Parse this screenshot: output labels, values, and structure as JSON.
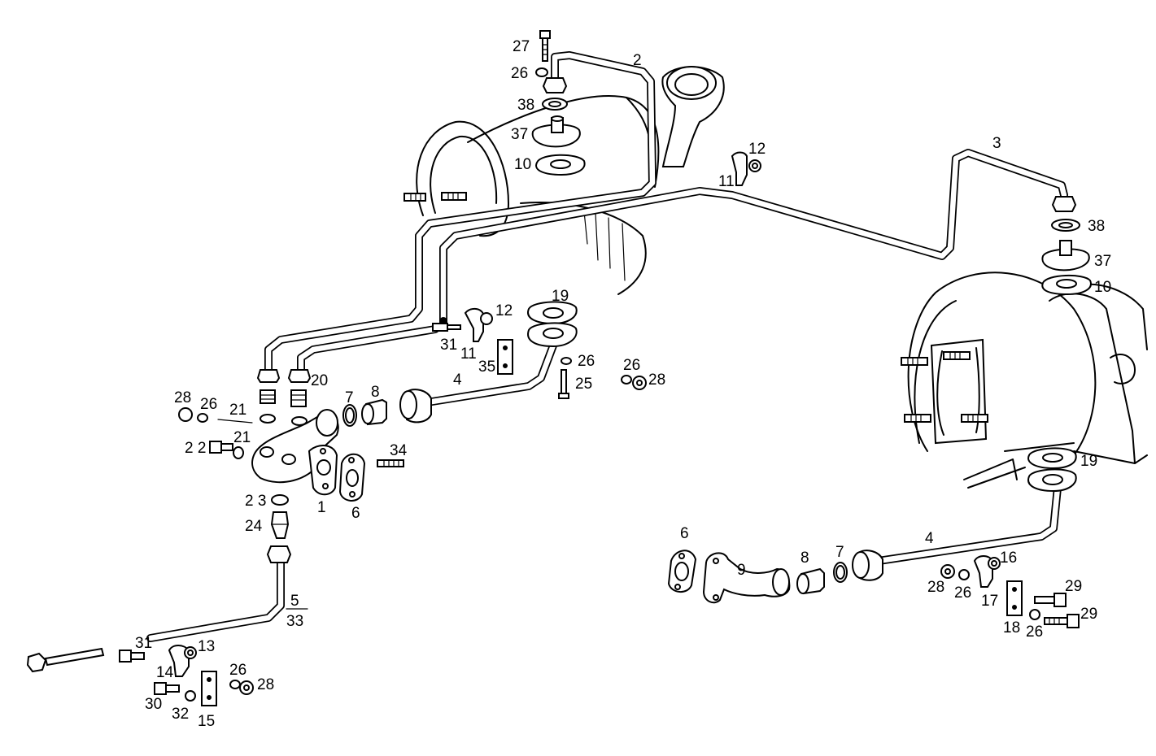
{
  "labels": {
    "l1": "1",
    "l2": "2",
    "l3": "3",
    "l4a": "4",
    "l4b": "4",
    "l5": "5",
    "l33": "33",
    "l6a": "6",
    "l6b": "6",
    "l7a": "7",
    "l7b": "7",
    "l8a": "8",
    "l8b": "8",
    "l9": "9",
    "l10a": "10",
    "l10b": "10",
    "l11a": "11",
    "l11b": "11",
    "l12a": "12",
    "l12b": "12",
    "l13": "13",
    "l14": "14",
    "l15": "15",
    "l16": "16",
    "l17": "17",
    "l18": "18",
    "l19a": "19",
    "l19b": "19",
    "l20": "20",
    "l21a": "21",
    "l21b": "21",
    "l22": "2 2",
    "l23": "2 3",
    "l24": "24",
    "l25": "25",
    "l26a": "26",
    "l26b": "26",
    "l26c": "26",
    "l26d": "26",
    "l26e": "26",
    "l26f": "26",
    "l26g": "26",
    "l27": "27",
    "l28a": "28",
    "l28b": "28",
    "l28c": "28",
    "l28d": "28",
    "l29a": "29",
    "l29b": "29",
    "l30": "30",
    "l31a": "31",
    "l31b": "31",
    "l32": "32",
    "l34": "34",
    "l35": "35",
    "l37a": "37",
    "l37b": "37",
    "l38a": "38",
    "l38b": "38"
  }
}
